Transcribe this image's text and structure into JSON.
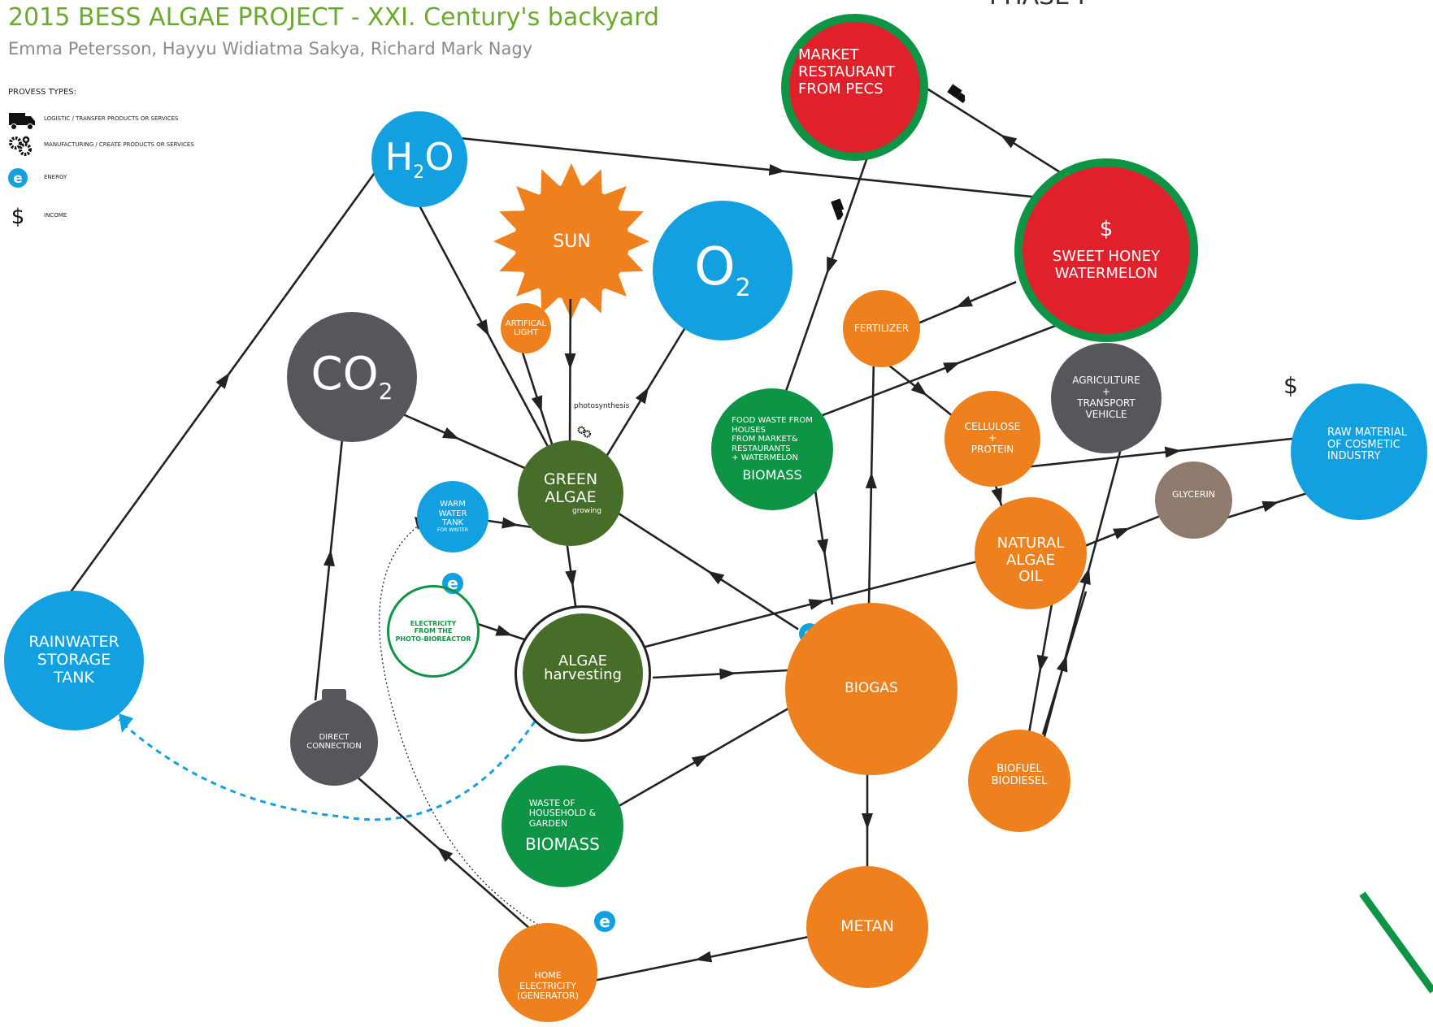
{
  "header": {
    "title": "2015 BESS ALGAE PROJECT - XXI. Century's backyard",
    "authors": "Emma Petersson, Hayyu Widiatma Sakya, Richard Mark Nagy",
    "phase": "PHASE I"
  },
  "legend": {
    "title": "PROVESS TYPES:",
    "items": [
      {
        "icon": "truck-icon",
        "label": "LOGISTIC / TRANSFER PRODUCTS OR SERVICES"
      },
      {
        "icon": "gears-icon",
        "label": "MANUFACTURING / CREATE PRODUCTS OR SERVICES"
      },
      {
        "icon": "energy-icon",
        "label": "ENERGY"
      },
      {
        "icon": "dollar-icon",
        "label": "INCOME"
      }
    ]
  },
  "colors": {
    "orange": "#ee801e",
    "blue": "#12a0e0",
    "dark_gray": "#57575b",
    "green": "#0d9444",
    "olive": "#476e28",
    "red": "#e0212b",
    "brown": "#8e7b6e",
    "title_green": "#6aab2e"
  },
  "nodes": {
    "h2o": {
      "main": "H",
      "sub": "2",
      "tail": "O"
    },
    "co2": {
      "main": "CO",
      "sub": "2"
    },
    "o2": {
      "main": "O",
      "sub": "2"
    },
    "sun": "SUN",
    "artificial_light": "ARTIFICAL\nLIGHT",
    "photosynthesis": "photosynthesis",
    "green_algae": {
      "label": "GREEN\nALGAE",
      "sub": "growing"
    },
    "warm_water_tank": {
      "label": "WARM\nWATER\nTANK",
      "sub": "FOR WINTER"
    },
    "electricity_pbr": "ELECTRICITY\nFROM THE\nPHOTO-BIOREACTOR",
    "algae_harvesting": {
      "label": "ALGAE",
      "sub": "harvesting"
    },
    "rainwater": "RAINWATER\nSTORAGE\nTANK",
    "direct_connection": "DIRECT\nCONNECTION",
    "waste_household": {
      "label": "WASTE OF\nHOUSEHOLD &\nGARDEN",
      "sub": "BIOMASS"
    },
    "home_electricity": "HOME\nELECTRICITY\n(GENERATOR)",
    "market": "MARKET\nRESTAURANT\nFROM PECS",
    "fertilizer": "FERTILIZER",
    "food_waste": {
      "label": "FOOD WASTE FROM\nHOUSES\nFROM MARKET&\nRESTAURANTS\n+ WATERMELON",
      "sub": "BIOMASS"
    },
    "biogas": "BIOGAS",
    "metan": "METAN",
    "sweet_honey": {
      "symbol": "$",
      "label": "SWEET HONEY\nWATERMELON"
    },
    "agriculture": "AGRICULTURE\n+\nTRANSPORT\nVEHICLE",
    "cellulose": "CELLULOSE\n+\nPROTEIN",
    "natural_algae_oil": "NATURAL\nALGAE\nOIL",
    "glycerin": "GLYCERIN",
    "raw_material": "RAW MATERIAL\nOF COSMETIC\nINDUSTRY",
    "biofuel": "BIOFUEL\nBIODIESEL",
    "income_symbol": "$"
  }
}
